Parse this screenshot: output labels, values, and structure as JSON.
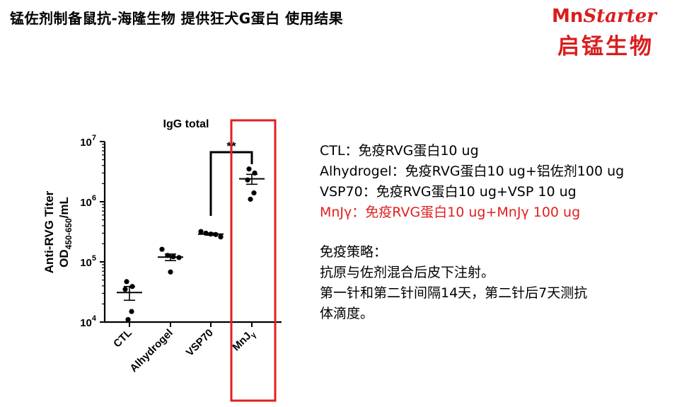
{
  "header": {
    "title": "锰佐剂制备鼠抗-海隆生物 提供狂犬G蛋白 使用结果"
  },
  "logo": {
    "brand_prefix": "Mn",
    "brand_suffix": "Starter",
    "brand_cn": "启锰生物",
    "color": "#d81e1e"
  },
  "chart_data": {
    "type": "scatter",
    "title": "IgG total",
    "ylabel": "Anti-RVG Titer",
    "ylabel2_main": "OD",
    "ylabel2_sub": "450-650",
    "ylabel2_unit": "/mL",
    "yscale": "log",
    "ylim": [
      10000,
      10000000
    ],
    "yticks": [
      {
        "value": 10000,
        "base": "10",
        "exp": "4"
      },
      {
        "value": 100000,
        "base": "10",
        "exp": "5"
      },
      {
        "value": 1000000,
        "base": "10",
        "exp": "6"
      },
      {
        "value": 10000000,
        "base": "10",
        "exp": "7"
      }
    ],
    "categories": [
      "CTL",
      "Alhydrogel",
      "VSP70",
      "MnJγ"
    ],
    "category_labels": [
      {
        "main": "CTL",
        "sub": ""
      },
      {
        "main": "Alhydrogel",
        "sub": ""
      },
      {
        "main": "VSP70",
        "sub": ""
      },
      {
        "main": "MnJ",
        "sub": "γ"
      }
    ],
    "groups": [
      {
        "name": "CTL",
        "points": [
          47000,
          39000,
          35000,
          15000,
          11000
        ],
        "mean": 31000,
        "sem": 8000
      },
      {
        "name": "Alhydrogel",
        "points": [
          162000,
          128000,
          122000,
          118000,
          68000
        ],
        "mean": 120000,
        "sem": 15000
      },
      {
        "name": "VSP70",
        "points": [
          320000,
          300000,
          290000,
          285000,
          260000
        ],
        "mean": 290000,
        "sem": 12000
      },
      {
        "name": "MnJγ",
        "points": [
          3500000,
          3000000,
          2300000,
          1400000,
          1100000
        ],
        "mean": 2400000,
        "sem": 450000
      }
    ],
    "significance": {
      "from": "VSP70",
      "to": "MnJγ",
      "label": "**"
    },
    "highlight": {
      "category": "MnJγ",
      "color": "#e02020"
    }
  },
  "legend": {
    "items": [
      {
        "text": "CTL：免疫RVG蛋白10 ug",
        "color": "#000000"
      },
      {
        "text": "Alhydrogel：免疫RVG蛋白10 ug+铝佐剂100 ug",
        "color": "#000000"
      },
      {
        "text": "VSP70：免疫RVG蛋白10 ug+VSP 10 ug",
        "color": "#000000"
      },
      {
        "text": "MnJγ：免疫RVG蛋白10 ug+MnJγ 100 ug",
        "color": "#e02020"
      }
    ]
  },
  "strategy": {
    "title": "免疫策略：",
    "line1": "抗原与佐剂混合后皮下注射。",
    "line2": "第一针和第二针间隔14天，第二针后7天测抗",
    "line3": "体滴度。"
  }
}
